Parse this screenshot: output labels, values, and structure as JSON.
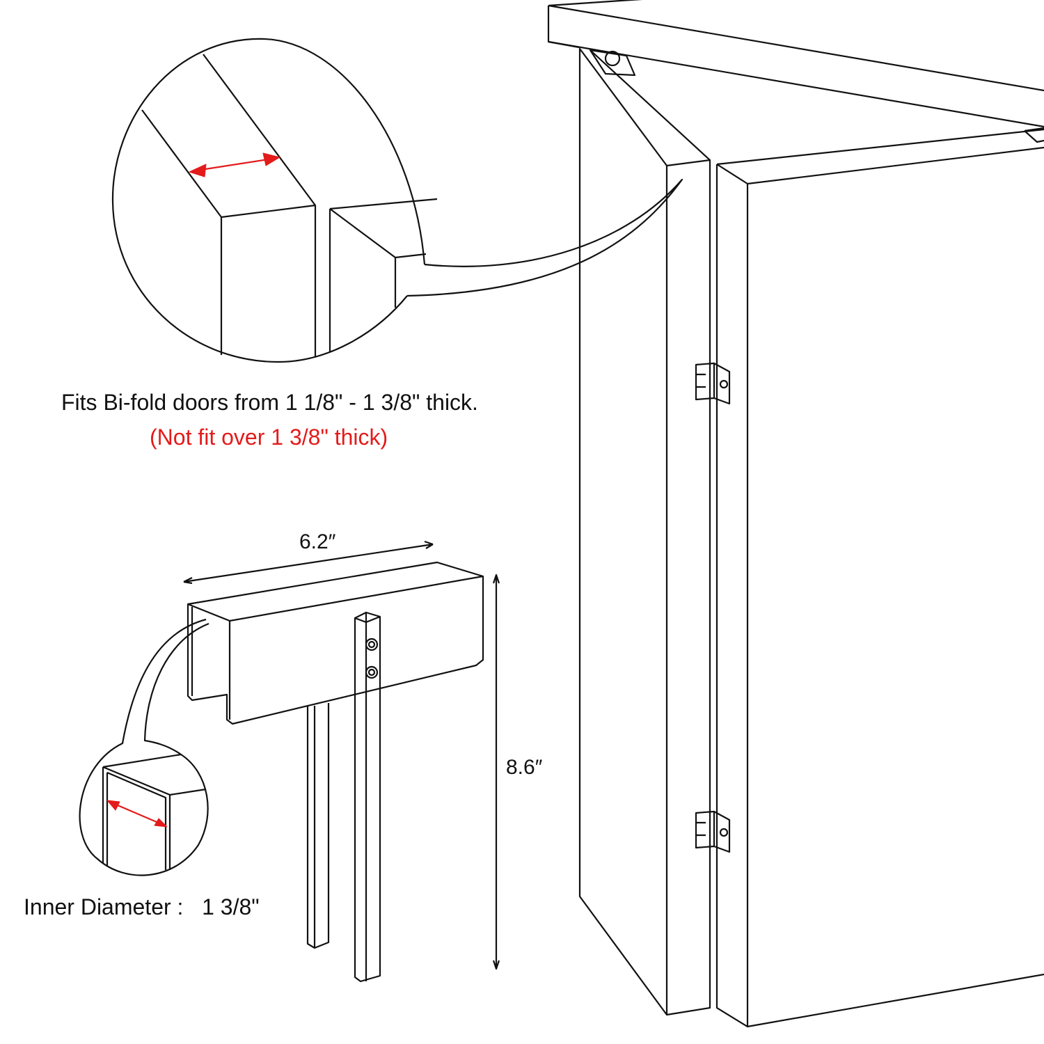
{
  "annotations": {
    "fits_text": "Fits Bi-fold doors from 1 1/8\" - 1 3/8\" thick.",
    "warning_text": "(Not fit over 1 3/8\" thick)",
    "width_label": "6.2″",
    "height_label": "8.6″",
    "inner_diameter_text": "Inner Diameter :   1 3/8\""
  },
  "colors": {
    "accent": "#e31b1b",
    "line": "#111111"
  }
}
